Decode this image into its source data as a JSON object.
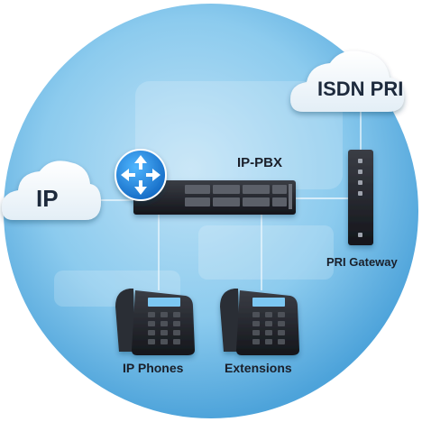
{
  "diagram": {
    "nodes": {
      "ip_cloud": {
        "label": "IP"
      },
      "isdn_cloud": {
        "label": "ISDN PRI"
      },
      "router": {
        "icon": "router-icon"
      },
      "pbx": {
        "label": "IP-PBX"
      },
      "gateway": {
        "label": "PRI Gateway"
      },
      "ip_phone": {
        "label": "IP Phones",
        "icon": "desk-phone-icon"
      },
      "extension": {
        "label": "Extensions",
        "icon": "desk-phone-icon"
      }
    },
    "edges": [
      [
        "ip_cloud",
        "pbx"
      ],
      [
        "pbx",
        "gateway"
      ],
      [
        "gateway",
        "isdn_cloud"
      ],
      [
        "pbx",
        "ip_phone"
      ],
      [
        "pbx",
        "extension"
      ]
    ]
  },
  "colors": {
    "circle_bg": "#7fc3ea",
    "circle_edge": "#5aa8d8",
    "router": "#1f8fe0",
    "device_dark": "#1e2026",
    "lines": "#e8f4fb"
  }
}
